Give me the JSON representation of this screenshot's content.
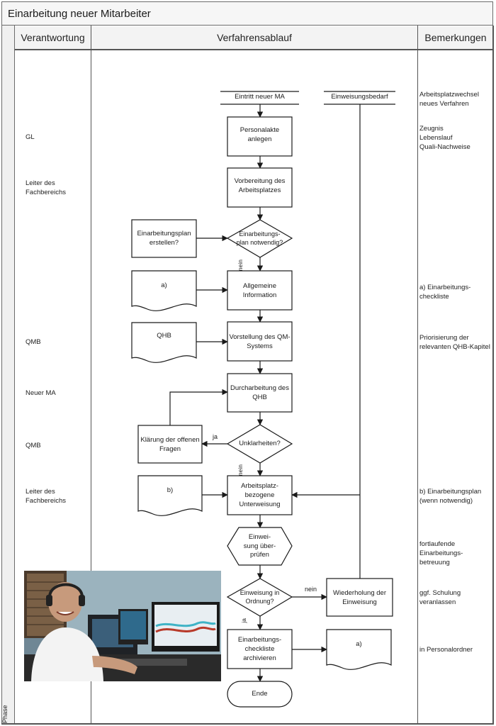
{
  "title": "Einarbeitung neuer Mitarbeiter",
  "phase_label": "Phase",
  "headers": {
    "responsibility": "Verantwortung",
    "process": "Verfahrensablauf",
    "remarks": "Bemerkungen"
  },
  "responsibilities": [
    {
      "text": "GL"
    },
    {
      "text": "Leiter des\nFachbereichs"
    },
    {
      "text": "QMB"
    },
    {
      "text": "Neuer MA"
    },
    {
      "text": "QMB"
    },
    {
      "text": "Leiter des\nFachbereichs"
    }
  ],
  "remarks": [
    {
      "text": "Arbeitsplatzwechsel\nneues Verfahren"
    },
    {
      "text": "Zeugnis\nLebenslauf\nQuali-Nachweise"
    },
    {
      "text": "a) Einarbeitungs-\ncheckliste"
    },
    {
      "text": "Priorisierung der\nrelevanten QHB-Kapitel"
    },
    {
      "text": "b) Einarbeitungsplan\n(wenn notwendig)"
    },
    {
      "text": "fortlaufende\nEinarbeitungs-betreuung"
    },
    {
      "text": "ggf. Schulung\nveranlassen"
    },
    {
      "text": "in Personalordner"
    }
  ],
  "flow": {
    "start": "Eintritt neuer MA",
    "trigger": "Einweisungsbedarf",
    "step_personalakte": [
      "Personalakte",
      "anlegen"
    ],
    "step_vorbereitung": [
      "Vorbereitung des",
      "Arbeitsplatzes"
    ],
    "decision_plan": [
      "Einarbeitungs-",
      "plan notwendig?"
    ],
    "step_plan": [
      "Einarbeitungsplan",
      "erstellen?"
    ],
    "label_nein_1": "nein",
    "doc_a_1": "a)",
    "step_allgemein": [
      "Allgemeine",
      "Information"
    ],
    "doc_qhb": "QHB",
    "step_qm": [
      "Vorstellung des QM-",
      "Systems"
    ],
    "step_qhb": [
      "Durcharbeitung des",
      "QHB"
    ],
    "decision_unklar": [
      "Unklarheiten?"
    ],
    "label_ja_1": "ja",
    "step_klaerung": [
      "Klärung der offenen",
      "Fragen"
    ],
    "label_nein_2": "nein",
    "doc_b": "b)",
    "step_unterweisung": [
      "Arbeitsplatz-",
      "bezogene",
      "Unterweisung"
    ],
    "step_pruefen": [
      "Einwei-",
      "sung über-",
      "prüfen"
    ],
    "decision_ordnung": [
      "Einweisung in",
      "Ordnung?"
    ],
    "label_nein_3": "nein",
    "step_wiederholung": [
      "Wiederholung der",
      "Einweisung"
    ],
    "label_ja_2": "ja",
    "step_archiv": [
      "Einarbeitungs-",
      "checkliste",
      "archivieren"
    ],
    "doc_a_2": "a)",
    "end": "Ende"
  },
  "photo": {
    "icon": "portrait-photo"
  }
}
